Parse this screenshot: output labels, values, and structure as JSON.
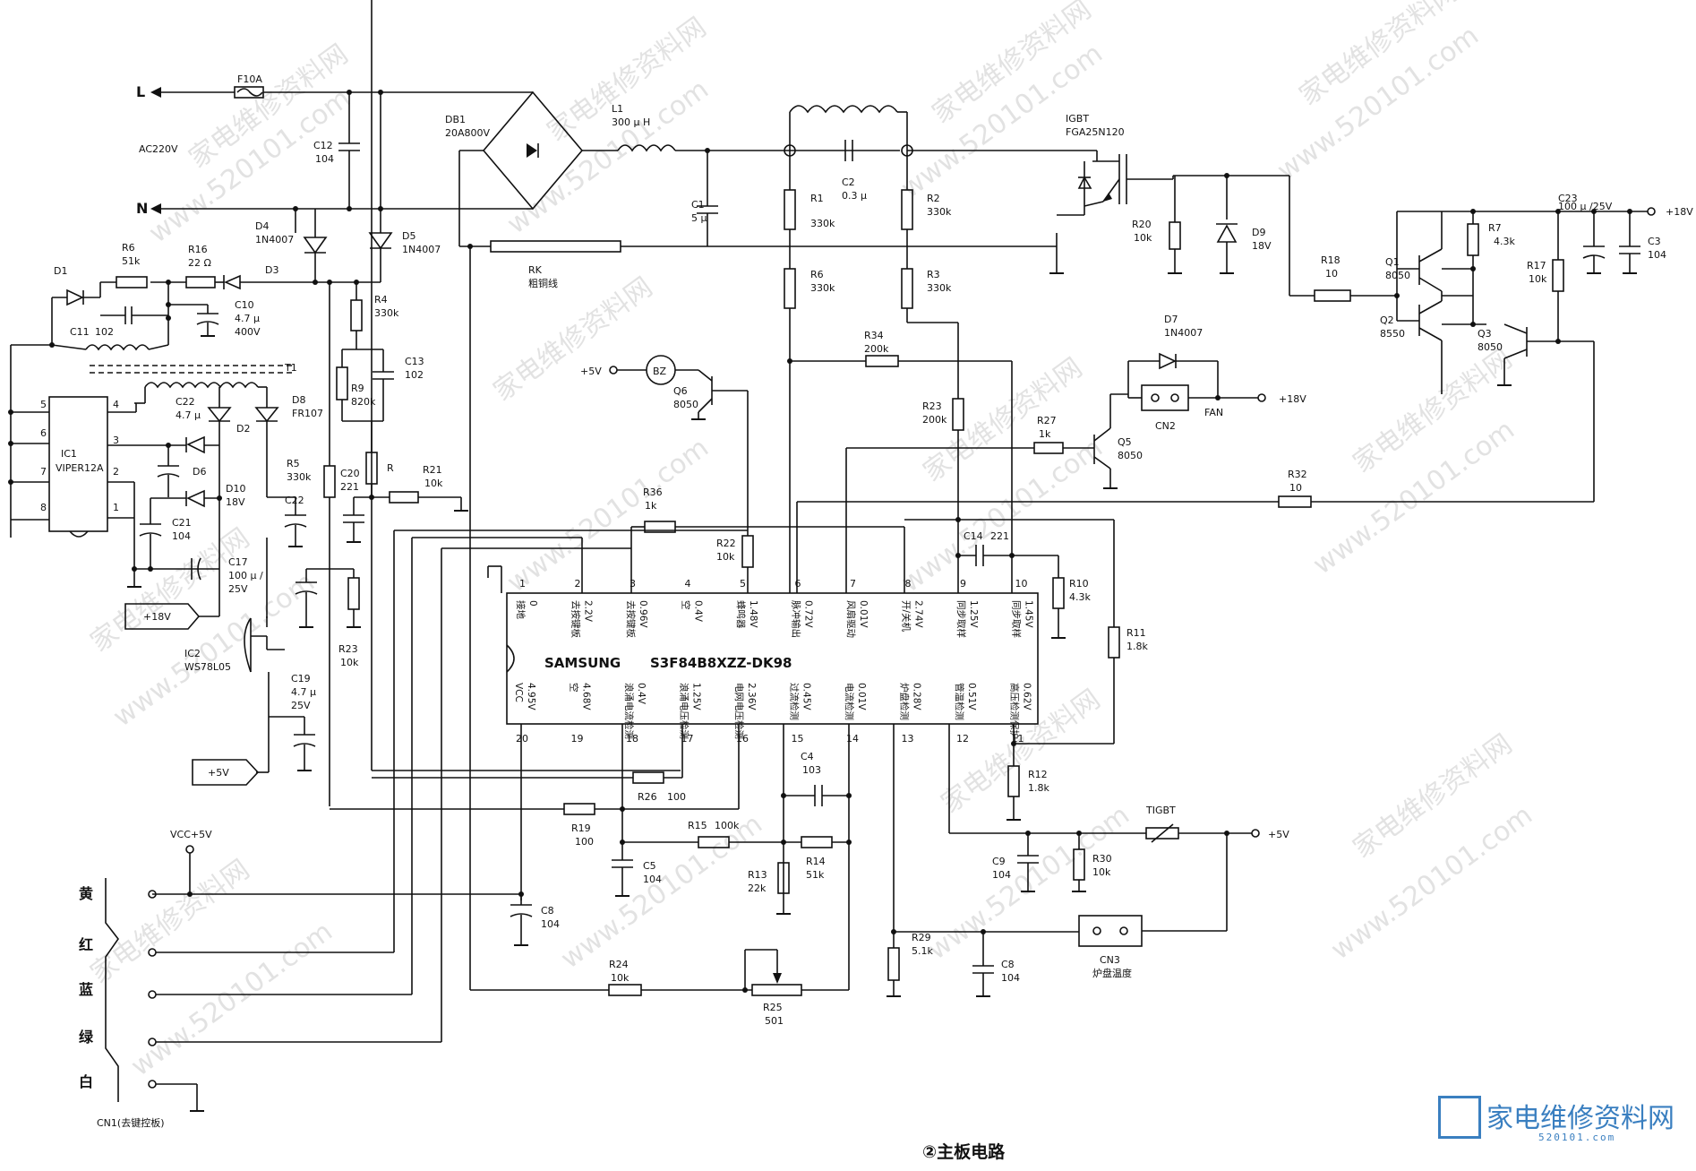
{
  "caption": "②主板电路",
  "source": {
    "line": "L",
    "neutral": "N",
    "ac": "AC220V",
    "fuse": {
      "ref": "F10A"
    }
  },
  "components": {
    "C12": {
      "ref": "C12",
      "val": "104"
    },
    "DB1": {
      "ref": "DB1",
      "val": "20A800V"
    },
    "L1": {
      "ref": "L1",
      "val": "300 μ H"
    },
    "C1": {
      "ref": "C1",
      "val": "5 μ"
    },
    "C2": {
      "ref": "C2",
      "val": "0.3 μ"
    },
    "R1": {
      "ref": "R1",
      "val": "330k"
    },
    "R2": {
      "ref": "R2",
      "val": "330k"
    },
    "R6a": {
      "ref": "R6",
      "val": "330k"
    },
    "R3": {
      "ref": "R3",
      "val": "330k"
    },
    "RK": {
      "ref": "RK",
      "val": "粗铜线"
    },
    "IGBT": {
      "ref": "IGBT",
      "val": "FGA25N120"
    },
    "R20": {
      "ref": "R20",
      "val": "10k"
    },
    "D9": {
      "ref": "D9",
      "val": "18V"
    },
    "C23": {
      "ref": "C23",
      "val": "100 μ /25V"
    },
    "p18": "+18V",
    "R7": {
      "ref": "R7",
      "val": "4.3k"
    },
    "C3": {
      "ref": "C3",
      "val": "104"
    },
    "R18": {
      "ref": "R18",
      "val": "10"
    },
    "Q1": {
      "ref": "Q1",
      "val": "8050"
    },
    "Q2": {
      "ref": "Q2",
      "val": "8550"
    },
    "Q3": {
      "ref": "Q3",
      "val": "8050"
    },
    "R17": {
      "ref": "R17",
      "val": "10k"
    },
    "D4": {
      "ref": "D4",
      "val": "1N4007"
    },
    "D5": {
      "ref": "D5",
      "val": "1N4007"
    },
    "D3": {
      "ref": "D3"
    },
    "R6b": {
      "ref": "R6",
      "val": "51k"
    },
    "R16": {
      "ref": "R16",
      "val": "22 Ω"
    },
    "D1": {
      "ref": "D1"
    },
    "C11": {
      "ref": "C11",
      "val": "102"
    },
    "C10": {
      "ref": "C10",
      "val": "4.7 μ",
      "v": "400V"
    },
    "R4": {
      "ref": "R4",
      "val": "330k"
    },
    "C13": {
      "ref": "C13",
      "val": "102"
    },
    "R9": {
      "ref": "R9",
      "val": "820k"
    },
    "T1": {
      "ref": "T1"
    },
    "C22a": {
      "ref": "C22",
      "val": "4.7 μ"
    },
    "D8": {
      "ref": "D8",
      "val": "FR107"
    },
    "D2": {
      "ref": "D2"
    },
    "D6": {
      "ref": "D6"
    },
    "IC1": {
      "ref": "IC1",
      "val": "VIPER12A"
    },
    "D10": {
      "ref": "D10",
      "val": "18V"
    },
    "C21": {
      "ref": "C21",
      "val": "104"
    },
    "C17": {
      "ref": "C17",
      "val": "100 μ /",
      "v": "25V"
    },
    "R5": {
      "ref": "R5",
      "val": "330k"
    },
    "C22b": {
      "ref": "C22"
    },
    "C20": {
      "ref": "C20",
      "val": "221"
    },
    "R": {
      "ref": "R"
    },
    "R21": {
      "ref": "R21",
      "val": "10k"
    },
    "IC2": {
      "ref": "IC2",
      "val": "WS78L05"
    },
    "C19": {
      "ref": "C19",
      "val": "4.7 μ",
      "v": "25V"
    },
    "R23a": {
      "ref": "R23",
      "val": "10k"
    },
    "BZ": {
      "ref": "BZ"
    },
    "Q6": {
      "ref": "Q6",
      "val": "8050"
    },
    "p5a": "+5V",
    "R34": {
      "ref": "R34",
      "val": "200k"
    },
    "D7": {
      "ref": "D7",
      "val": "1N4007"
    },
    "CN2": {
      "ref": "CN2",
      "val": "FAN"
    },
    "R23b": {
      "ref": "R23",
      "val": "200k"
    },
    "R27": {
      "ref": "R27",
      "val": "1k"
    },
    "Q5": {
      "ref": "Q5",
      "val": "8050"
    },
    "R32": {
      "ref": "R32",
      "val": "10"
    },
    "R36": {
      "ref": "R36",
      "val": "1k"
    },
    "R22": {
      "ref": "R22",
      "val": "10k"
    },
    "C14": {
      "ref": "C14",
      "val": "221"
    },
    "R10": {
      "ref": "R10",
      "val": "4.3k"
    },
    "R11": {
      "ref": "R11",
      "val": "1.8k"
    },
    "R12": {
      "ref": "R12",
      "val": "1.8k"
    },
    "C4": {
      "ref": "C4",
      "val": "103"
    },
    "R26": {
      "ref": "R26",
      "val": "100"
    },
    "R19": {
      "ref": "R19",
      "val": "100"
    },
    "R15": {
      "ref": "R15",
      "val": "100k"
    },
    "R14": {
      "ref": "R14",
      "val": "51k"
    },
    "R13": {
      "ref": "R13",
      "val": "22k"
    },
    "C5": {
      "ref": "C5",
      "val": "104"
    },
    "C8a": {
      "ref": "C8",
      "val": "104"
    },
    "TIGBT": {
      "ref": "TIGBT"
    },
    "p5b": "+5V",
    "C9": {
      "ref": "C9",
      "val": "104"
    },
    "R30": {
      "ref": "R30",
      "val": "10k"
    },
    "R29": {
      "ref": "R29",
      "val": "5.1k"
    },
    "C8b": {
      "ref": "C8",
      "val": "104"
    },
    "CN3": {
      "ref": "CN3",
      "val": "炉盘温度"
    },
    "R24": {
      "ref": "R24",
      "val": "10k"
    },
    "R25": {
      "ref": "R25",
      "val": "501"
    },
    "vcc5": "VCC+5V",
    "p18box": "+18V",
    "p5box": "+5V",
    "CN1": {
      "ref": "CN1(去键控板)"
    },
    "wires": [
      "黄",
      "红",
      "蓝",
      "绿",
      "白"
    ]
  },
  "mcu": {
    "brand": "SAMSUNG",
    "part": "S3F84B8XZZ-DK98",
    "top_pins": [
      {
        "n": "1",
        "name": "接地",
        "v": "0"
      },
      {
        "n": "2",
        "name": "去按键板",
        "v": "2.2V"
      },
      {
        "n": "3",
        "name": "去按键板",
        "v": "0.96V"
      },
      {
        "n": "4",
        "name": "空",
        "v": "0.4V"
      },
      {
        "n": "5",
        "name": "蜂鸣器",
        "v": "1.48V"
      },
      {
        "n": "6",
        "name": "脉冲输出",
        "v": "0.72V"
      },
      {
        "n": "7",
        "name": "风扇驱动",
        "v": "0.01V"
      },
      {
        "n": "8",
        "name": "开/关机",
        "v": "2.74V"
      },
      {
        "n": "9",
        "name": "同步取样",
        "v": "1.25V"
      },
      {
        "n": "10",
        "name": "同步取样",
        "v": "1.45V"
      }
    ],
    "bottom_pins": [
      {
        "n": "20",
        "name": "VCC",
        "v": "4.95V"
      },
      {
        "n": "19",
        "name": "空",
        "v": "4.68V"
      },
      {
        "n": "18",
        "name": "浪涌电流检测",
        "v": "0.4V"
      },
      {
        "n": "17",
        "name": "浪涌电压检测",
        "v": "1.25V"
      },
      {
        "n": "16",
        "name": "电网电压检测",
        "v": "2.36V"
      },
      {
        "n": "15",
        "name": "过流检测",
        "v": "0.45V"
      },
      {
        "n": "14",
        "name": "电流检测",
        "v": "0.01V"
      },
      {
        "n": "13",
        "name": "炉盘检测",
        "v": "0.28V"
      },
      {
        "n": "12",
        "name": "管温检测",
        "v": "0.51V"
      },
      {
        "n": "11",
        "name": "高压检测保护",
        "v": "0.62V"
      }
    ]
  },
  "watermarks": {
    "site": "www.520101.com",
    "cn": "家电维修资料网"
  },
  "logo": {
    "name": "家电维修资料网",
    "url": "520101.com"
  }
}
